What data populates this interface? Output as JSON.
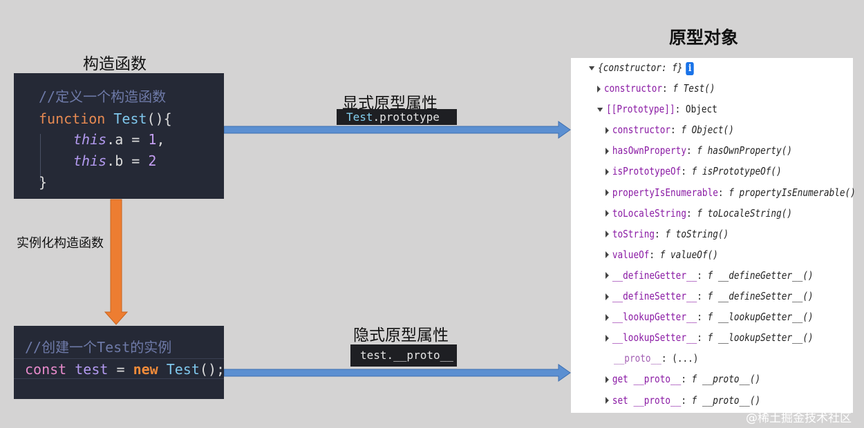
{
  "headings": {
    "constructor_fn": "构造函数",
    "prototype_object": "原型对象",
    "explicit_proto": "显式原型属性",
    "implicit_proto": "隐式原型属性",
    "instantiate": "实例化构造函数"
  },
  "tags": {
    "explicit": {
      "obj": "Test",
      "prop": ".prototype"
    },
    "implicit": {
      "obj": "test",
      "prop": ".__proto__"
    }
  },
  "code1": {
    "comment": "//定义一个构造函数",
    "kw_function": "function",
    "fn_name": "Test",
    "paren_open": "(){",
    "this1": "this",
    "prop_a": ".a = ",
    "num1": "1",
    "comma": ",",
    "this2": "this",
    "prop_b": ".b = ",
    "num2": "2",
    "close": "}"
  },
  "code2": {
    "comment": "//创建一个Test的实例",
    "kw_const": "const",
    "var_name": " test ",
    "eq": "= ",
    "kw_new": "new",
    "ctor": " Test",
    "end": "();"
  },
  "devtools": {
    "root_key": "{constructor: ",
    "root_f": "f",
    "root_end": "}",
    "info": "i",
    "rows": [
      {
        "key": "constructor",
        "sep": ": ",
        "f": "f",
        "val": " Test()"
      },
      {
        "key": "[[Prototype]]",
        "sep": ": ",
        "f": "",
        "val": "Object"
      },
      {
        "key": "constructor",
        "sep": ": ",
        "f": "f",
        "val": " Object()"
      },
      {
        "key": "hasOwnProperty",
        "sep": ": ",
        "f": "f",
        "val": " hasOwnProperty()"
      },
      {
        "key": "isPrototypeOf",
        "sep": ": ",
        "f": "f",
        "val": " isPrototypeOf()"
      },
      {
        "key": "propertyIsEnumerable",
        "sep": ": ",
        "f": "f",
        "val": " propertyIsEnumerable()"
      },
      {
        "key": "toLocaleString",
        "sep": ": ",
        "f": "f",
        "val": " toLocaleString()"
      },
      {
        "key": "toString",
        "sep": ": ",
        "f": "f",
        "val": " toString()"
      },
      {
        "key": "valueOf",
        "sep": ": ",
        "f": "f",
        "val": " valueOf()"
      },
      {
        "key": "__defineGetter__",
        "sep": ": ",
        "f": "f",
        "val": " __defineGetter__()"
      },
      {
        "key": "__defineSetter__",
        "sep": ": ",
        "f": "f",
        "val": " __defineSetter__()"
      },
      {
        "key": "__lookupGetter__",
        "sep": ": ",
        "f": "f",
        "val": " __lookupGetter__()"
      },
      {
        "key": "__lookupSetter__",
        "sep": ": ",
        "f": "f",
        "val": " __lookupSetter__()"
      },
      {
        "key": "__proto__",
        "sep": ": ",
        "f": "",
        "val": "(...)"
      },
      {
        "key": "get __proto__",
        "sep": ": ",
        "f": "f",
        "val": " __proto__()"
      },
      {
        "key": "set __proto__",
        "sep": ": ",
        "f": "f",
        "val": " __proto__()"
      }
    ]
  },
  "watermark": "@稀土掘金技术社区",
  "colors": {
    "background": "#d4d3d3",
    "code_bg": "#252936",
    "blue_arrow": "#5b8fd1",
    "orange_arrow": "#ed7d31"
  }
}
